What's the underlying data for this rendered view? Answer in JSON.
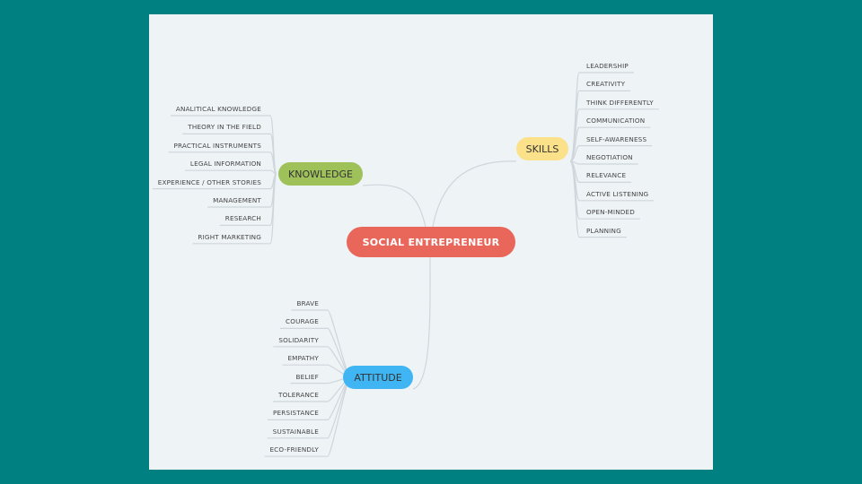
{
  "colors": {
    "background": "#008080",
    "slide": "#eef3f6",
    "center": "#e8675a",
    "knowledge": "#9fc15a",
    "skills": "#fbe18a",
    "attitude": "#3fb6f3",
    "connector": "#cfd6db"
  },
  "center": {
    "label": "SOCIAL ENTREPRENEUR"
  },
  "branches": {
    "knowledge": {
      "label": "KNOWLEDGE",
      "items": [
        "ANALITICAL KNOWLEDGE",
        "THEORY IN THE FIELD",
        "PRACTICAL INSTRUMENTS",
        "LEGAL INFORMATION",
        "EXPERIENCE / OTHER STORIES",
        "MANAGEMENT",
        "RESEARCH",
        "RIGHT MARKETING"
      ]
    },
    "skills": {
      "label": "SKILLS",
      "items": [
        "LEADERSHIP",
        "CREATIVITY",
        "THINK DIFFERENTLY",
        "COMMUNICATION",
        "SELF-AWARENESS",
        "NEGOTIATION",
        "RELEVANCE",
        "ACTIVE LISTENING",
        "OPEN-MINDED",
        "PLANNING"
      ]
    },
    "attitude": {
      "label": "ATTITUDE",
      "items": [
        "BRAVE",
        "COURAGE",
        "SOLIDARITY",
        "EMPATHY",
        "BELIEF",
        "TOLERANCE",
        "PERSISTANCE",
        "SUSTAINABLE",
        "ECO-FRIENDLY"
      ]
    }
  }
}
